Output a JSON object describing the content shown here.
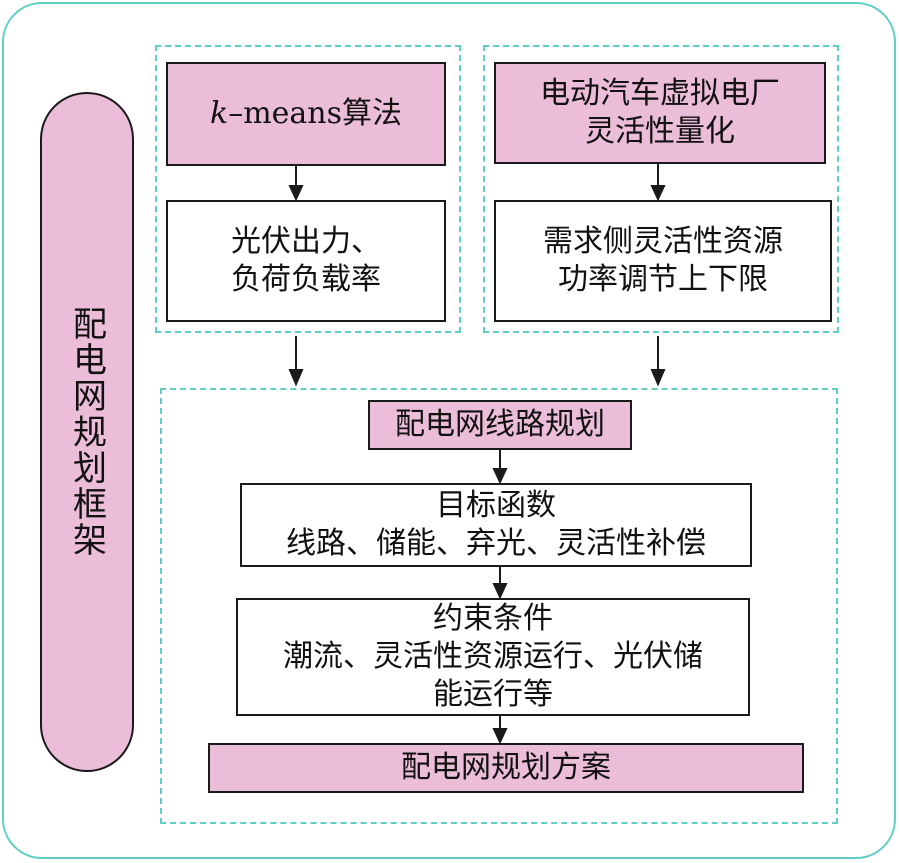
{
  "side_label": "配电网规划框架",
  "left_group": {
    "top_box_italic": "k",
    "top_box_rest": "–means算法",
    "bottom_box": "光伏出力、\n负荷负载率"
  },
  "right_group": {
    "top_box": "电动汽车虚拟电厂\n灵活性量化",
    "bottom_box": "需求侧灵活性资源\n功率调节上下限"
  },
  "bottom_group": {
    "title_box": "配电网线路规划",
    "objective_box": "目标函数\n线路、储能、弃光、灵活性补偿",
    "constraint_box": "约束条件\n潮流、灵活性资源运行、光伏储\n能运行等",
    "result_box": "配电网规划方案"
  },
  "colors": {
    "teal_border": "#5fcfc5",
    "pink_fill": "#ebbdd8",
    "line": "#1a1a1a"
  }
}
